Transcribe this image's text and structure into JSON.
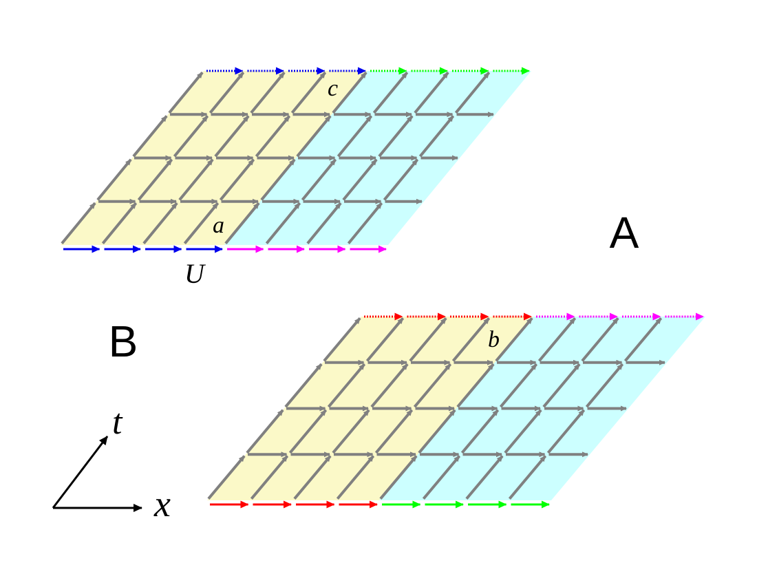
{
  "colors": {
    "region_a_fill": "#ccffff",
    "region_b_fill": "#fbf9c8",
    "lattice_arrow": "#808080",
    "blue": "#0000ee",
    "magenta": "#ff00ff",
    "red": "#ff0000",
    "green": "#00ff00",
    "axis": "#000000"
  },
  "regions": {
    "a": {
      "label": "A",
      "fill_key": "region_a_fill"
    },
    "b": {
      "label": "B",
      "fill_key": "region_b_fill"
    }
  },
  "lattice_top": {
    "columns": 8,
    "rows": 4,
    "region_b_columns": 4,
    "bottom_edge": {
      "colors": [
        "blue",
        "blue",
        "blue",
        "blue",
        "magenta",
        "magenta",
        "magenta",
        "magenta"
      ],
      "style": "solid"
    },
    "top_edge": {
      "colors": [
        "blue",
        "blue",
        "blue",
        "blue",
        "green",
        "green",
        "green",
        "green"
      ],
      "style": "dotted"
    }
  },
  "lattice_bottom": {
    "columns": 8,
    "rows": 4,
    "region_b_columns": 4,
    "bottom_edge": {
      "colors": [
        "red",
        "red",
        "red",
        "red",
        "green",
        "green",
        "green",
        "green"
      ],
      "style": "solid"
    },
    "top_edge": {
      "colors": [
        "red",
        "red",
        "red",
        "red",
        "magenta",
        "magenta",
        "magenta",
        "magenta"
      ],
      "style": "dotted"
    }
  },
  "labels": {
    "c": "c",
    "a": "a",
    "U": "U",
    "b": "b"
  },
  "axes": {
    "time_label": "t",
    "space_label": "x"
  }
}
